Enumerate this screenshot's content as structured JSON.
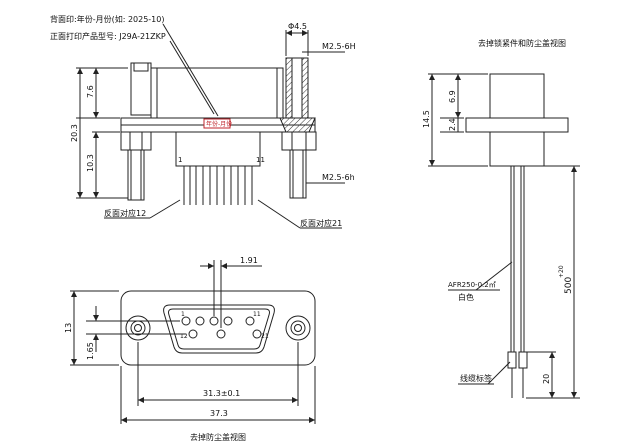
{
  "notes": {
    "back_print": "背面印:年份-月份(如: 2025-10)",
    "front_print": "正面打印产品型号: J29A-21ZKP"
  },
  "front_view": {
    "label_tag": "年份-月份",
    "dim_phi": "Φ4.5",
    "dim_thread_top": "M2.5-6H",
    "dim_thread_bottom": "M2.5-6h",
    "dim_7_6": "7.6",
    "dim_20_3": "20.3",
    "dim_10_3": "10.3",
    "pin_1": "1",
    "pin_11": "11",
    "note_left": "反面对应12",
    "note_right": "反面对应21"
  },
  "side_view": {
    "title": "去掉锁紧件和防尘盖视图",
    "dim_14_5": "14.5",
    "dim_6_9": "6.9",
    "dim_2_4": "2.4",
    "wire_label": "AFR250-0.2㎡",
    "wire_color": "白色",
    "dim_500": "500",
    "dim_500_tol": "+20",
    "dim_20": "20",
    "marker_label": "线缆标签"
  },
  "bottom_view": {
    "title": "去掉防尘盖视图",
    "dim_1_91": "1.91",
    "dim_13": "13",
    "dim_1_65": "1.65",
    "dim_31_3": "31.3±0.1",
    "dim_37_3": "37.3",
    "pin_1": "1",
    "pin_12": "12",
    "pin_11": "11",
    "pin_21": "21"
  },
  "colors": {
    "line": "#222222",
    "fill_grey": "#d9d9d9",
    "accent_red": "#c0262c"
  }
}
